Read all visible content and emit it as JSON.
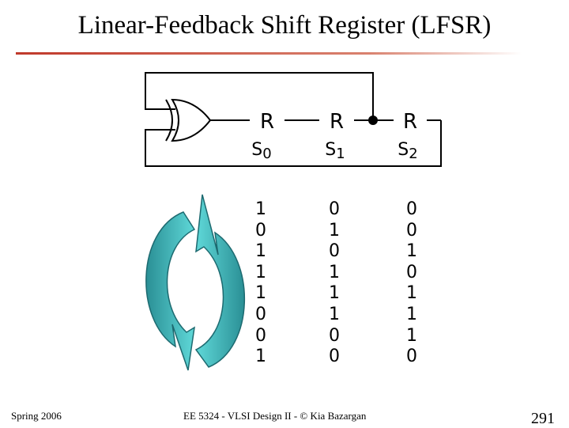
{
  "title": "Linear-Feedback Shift Register (LFSR)",
  "colors": {
    "accent_rule": "#c0392b",
    "arrow_fill_light": "#5fd8d8",
    "arrow_fill_dark": "#2a8f95",
    "arrow_stroke": "#1d6a70"
  },
  "registers": [
    {
      "label": "R",
      "state": "S0"
    },
    {
      "label": "R",
      "state": "S1"
    },
    {
      "label": "R",
      "state": "S2"
    }
  ],
  "state_labels": [
    "S",
    "S",
    "S"
  ],
  "state_subscripts": [
    "0",
    "1",
    "2"
  ],
  "sequence": {
    "s0": [
      "1",
      "0",
      "1",
      "1",
      "1",
      "0",
      "0",
      "1"
    ],
    "s1": [
      "0",
      "1",
      "0",
      "1",
      "1",
      "1",
      "0",
      "0"
    ],
    "s2": [
      "0",
      "0",
      "1",
      "0",
      "1",
      "1",
      "1",
      "0"
    ]
  },
  "icons": {
    "gate": "xor-gate-icon",
    "cycle": "cycle-arrows-icon"
  },
  "footer": {
    "left": "Spring 2006",
    "center": "EE 5324 - VLSI Design II - © Kia Bazargan",
    "page": "291"
  }
}
